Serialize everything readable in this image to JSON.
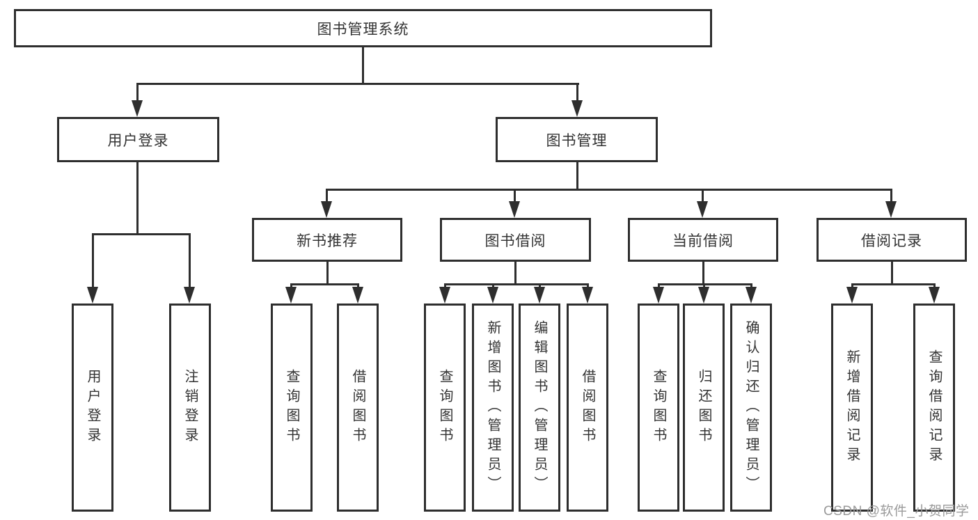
{
  "diagram_title": "图书管理系统",
  "tree": {
    "label": "图书管理系统",
    "children": [
      {
        "label": "用户登录",
        "children": [
          {
            "label": "用户登录"
          },
          {
            "label": "注销登录"
          }
        ]
      },
      {
        "label": "图书管理",
        "children": [
          {
            "label": "新书推荐",
            "children": [
              {
                "label": "查询图书"
              },
              {
                "label": "借阅图书"
              }
            ]
          },
          {
            "label": "图书借阅",
            "children": [
              {
                "label": "查询图书"
              },
              {
                "label": "新增图书（管理员）"
              },
              {
                "label": "编辑图书（管理员）"
              },
              {
                "label": "借阅图书"
              }
            ]
          },
          {
            "label": "当前借阅",
            "children": [
              {
                "label": "查询图书"
              },
              {
                "label": "归还图书"
              },
              {
                "label": "确认归还（管理员）"
              }
            ]
          },
          {
            "label": "借阅记录",
            "children": [
              {
                "label": "新增借阅记录"
              },
              {
                "label": "查询借阅记录"
              }
            ]
          }
        ]
      }
    ]
  },
  "watermark": "CSDN @软件_小贺同学",
  "colors": {
    "line": "#2e2e2e",
    "text": "#333333",
    "watermark": "#9a9a9a",
    "background": "#ffffff"
  }
}
